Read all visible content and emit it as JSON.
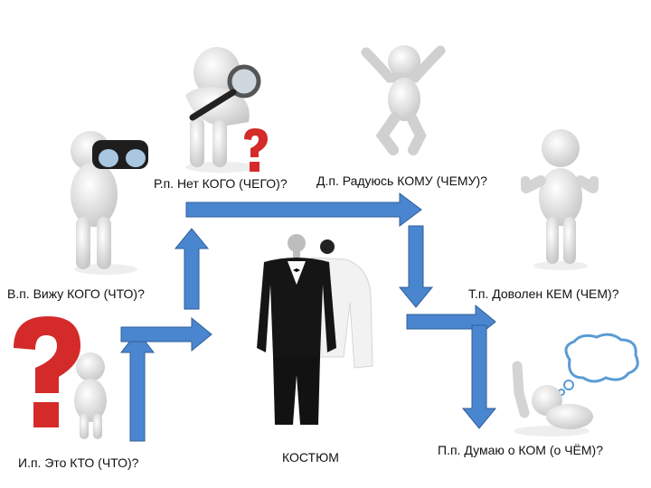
{
  "labels": {
    "rod": "Р.п. Нет КОГО (ЧЕГО)?",
    "dat": "Д.п. Радуюсь КОМУ (ЧЕМУ)?",
    "vin": "В.п. Вижу КОГО (ЧТО)?",
    "tvor": "Т.п. Доволен КЕМ (ЧЕМ)?",
    "im": "И.п. Это КТО (ЧТО)?",
    "center": "КОСТЮМ",
    "pred": "П.п. Думаю о КОМ (о ЧЁМ)?"
  },
  "colors": {
    "arrow_fill": "#4a86d0",
    "arrow_stroke": "#2f5e99",
    "question_mark": "#d42a2a",
    "figure": "#e8e8e8",
    "suit": "#151515"
  }
}
